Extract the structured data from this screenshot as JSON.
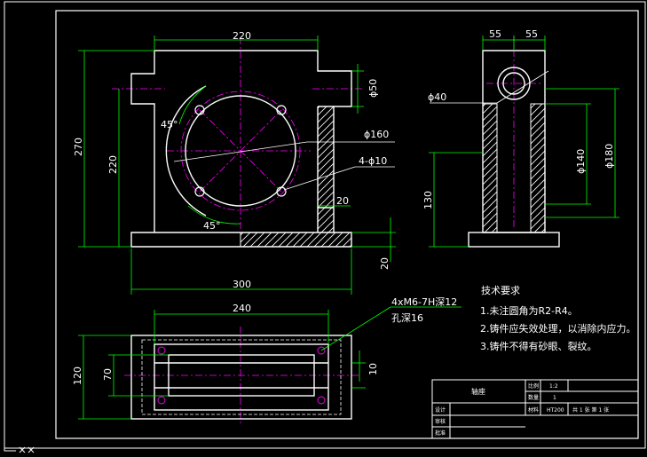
{
  "colors": {
    "background": "#000000",
    "outline": "#ffffff",
    "dimension": "#00ff00",
    "centerline": "#ff00ff"
  },
  "front_view": {
    "dim_220_top": "220",
    "dim_270": "270",
    "dim_220_left": "220",
    "dim_45_upper": "45°",
    "dim_45_lower": "45°",
    "dim_phi50": "ϕ50",
    "dim_phi160": "ϕ160",
    "dim_holes": "4-ϕ10",
    "dim_20_right": "20",
    "dim_20_base": "20",
    "dim_300": "300"
  },
  "side_view": {
    "dim_55_left": "55",
    "dim_55_right": "55",
    "dim_phi40": "ϕ40",
    "dim_phi140": "ϕ140",
    "dim_phi180": "ϕ180",
    "dim_130": "130"
  },
  "top_view": {
    "dim_240": "240",
    "dim_120": "120",
    "dim_70": "70",
    "dim_10": "10",
    "thread_callout_line1": "4xM6-7H深12",
    "thread_callout_line2": "孔深16"
  },
  "tech_notes": {
    "title": "技术要求",
    "item1": "1.未注圆角为R2-R4。",
    "item2": "2.铸件应失效处理，以消除内应力。",
    "item3": "3.铸件不得有砂眼、裂纹。"
  },
  "title_block": {
    "part_name": "轴座",
    "scale_label": "比例",
    "scale_value": "1:2",
    "qty_label": "数量",
    "qty_value": "1",
    "material_label": "材料",
    "material_value": "HT200",
    "sheet_info": "共 1 张  第 1 张",
    "designer_label": "设计",
    "checker_label": "审核",
    "approver_label": "批准"
  }
}
